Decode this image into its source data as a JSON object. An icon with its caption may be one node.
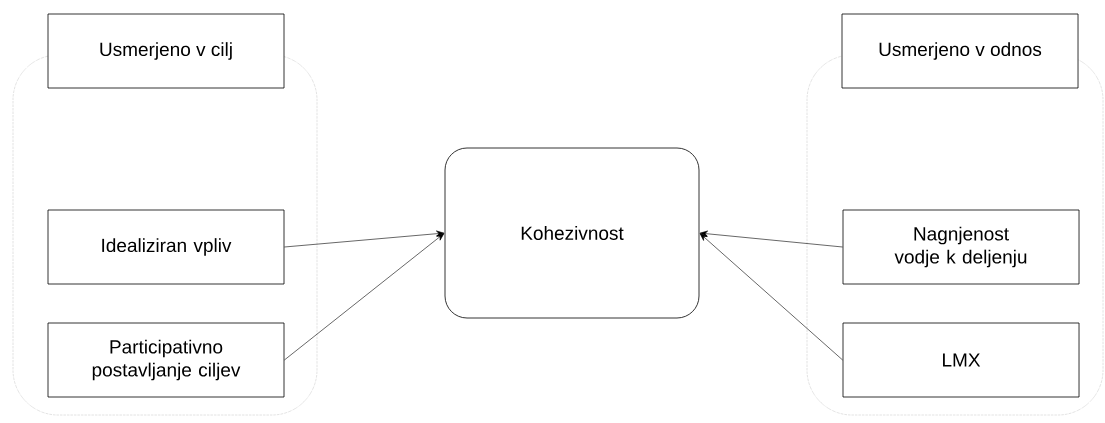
{
  "diagram": {
    "nodes": [
      {
        "text": [],
        "shape": "box"
      },
      {
        "text": [
          "Usmerjeno v cilj"
        ]
      },
      {
        "text": [
          "Idealiziran vpliv"
        ],
        "in": 0
      },
      {
        "text": [
          "Participativno postavljanje ciljev"
        ],
        "in": 0
      },
      {
        "text": [
          "Kohezivnost"
        ]
      },
      {
        "text": [],
        "shape": "box"
      },
      {
        "text": [
          "Usmerjeno v odnos"
        ]
      },
      {
        "text": [
          "Nagnjenost vodje k deljenju"
        ],
        "in": 5
      },
      {
        "text": [
          "LMX"
        ],
        "in": 5
      }
    ],
    "edges": [
      {
        "from": 2,
        "to": 4,
        "arrow": "to"
      },
      {
        "from": 3,
        "to": 4,
        "arrow": "to"
      },
      {
        "from": 7,
        "to": 4,
        "arrow": "to"
      },
      {
        "from": 8,
        "to": 4,
        "arrow": "to"
      }
    ]
  }
}
